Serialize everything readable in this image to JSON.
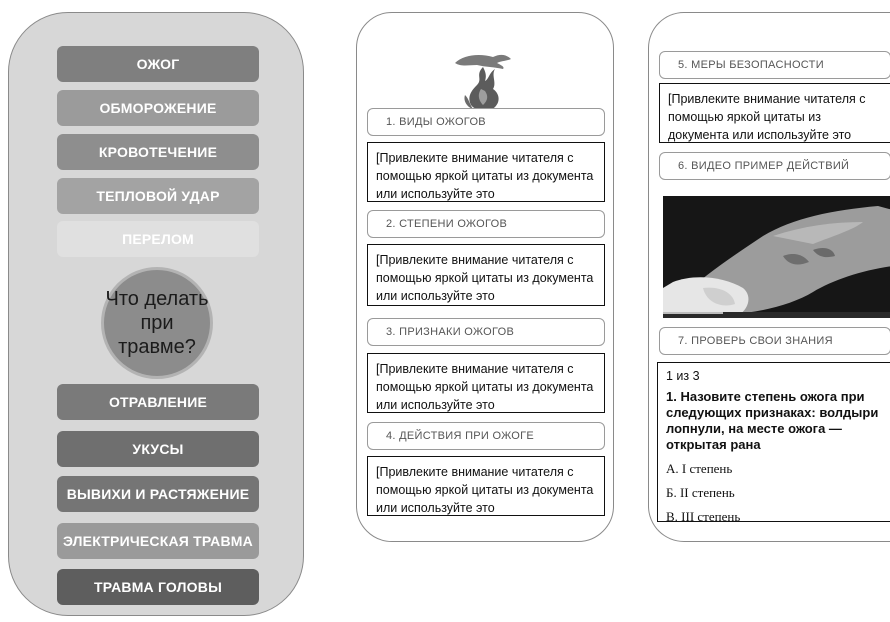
{
  "menu": {
    "items_top": [
      {
        "label": "ОЖОГ",
        "color": "#7f7f7f"
      },
      {
        "label": "ОБМОРОЖЕНИЕ",
        "color": "#9b9b9b"
      },
      {
        "label": "КРОВОТЕЧЕНИЕ",
        "color": "#8e8e8e"
      },
      {
        "label": "ТЕПЛОВОЙ УДАР",
        "color": "#a3a3a3"
      },
      {
        "label": "ПЕРЕЛОМ",
        "color": "#e0e0e0"
      }
    ],
    "center_text": "Что делать при травме?",
    "items_bottom": [
      {
        "label": "ОТРАВЛЕНИЕ",
        "color": "#7a7a7a"
      },
      {
        "label": "УКУСЫ",
        "color": "#6f6f6f"
      },
      {
        "label": "ВЫВИХИ И РАСТЯЖЕНИЕ",
        "color": "#757575"
      },
      {
        "label": "ЭЛЕКТРИЧЕСКАЯ ТРАВМА",
        "color": "#9a9a9a"
      },
      {
        "label": "ТРАВМА ГОЛОВЫ",
        "color": "#5e5e5e"
      }
    ]
  },
  "page2": {
    "sections": [
      {
        "title": "1. ВИДЫ ОЖОГОВ",
        "text": "[Привлеките внимание читателя с помощью яркой цитаты из документа или используйте это"
      },
      {
        "title": "2. СТЕПЕНИ ОЖОГОВ",
        "text": "[Привлеките внимание читателя с помощью яркой цитаты из документа или используйте это"
      },
      {
        "title": "3. ПРИЗНАКИ ОЖОГОВ",
        "text": "[Привлеките внимание читателя с помощью яркой цитаты из документа или используйте это"
      },
      {
        "title": "4. ДЕЙСТВИЯ ПРИ ОЖОГЕ",
        "text": "[Привлеките внимание читателя с помощью яркой цитаты из документа или используйте это"
      }
    ]
  },
  "page3": {
    "safety_title": "5. МЕРЫ БЕЗОПАСНОСТИ",
    "safety_text": "[Привлеките внимание читателя с помощью яркой цитаты из документа или используйте это",
    "video_title": "6. ВИДЕО ПРИМЕР ДЕЙСТВИЙ",
    "quiz_title": "7. ПРОВЕРЬ СВОИ ЗНАНИЯ",
    "quiz": {
      "counter": "1 из 3",
      "question": "1. Назовите степень ожога при следующих признаках: волдыри лопнули, на месте ожога — открытая рана",
      "options": [
        "А. I степень",
        "Б. II степень",
        "В. III степень"
      ]
    }
  }
}
